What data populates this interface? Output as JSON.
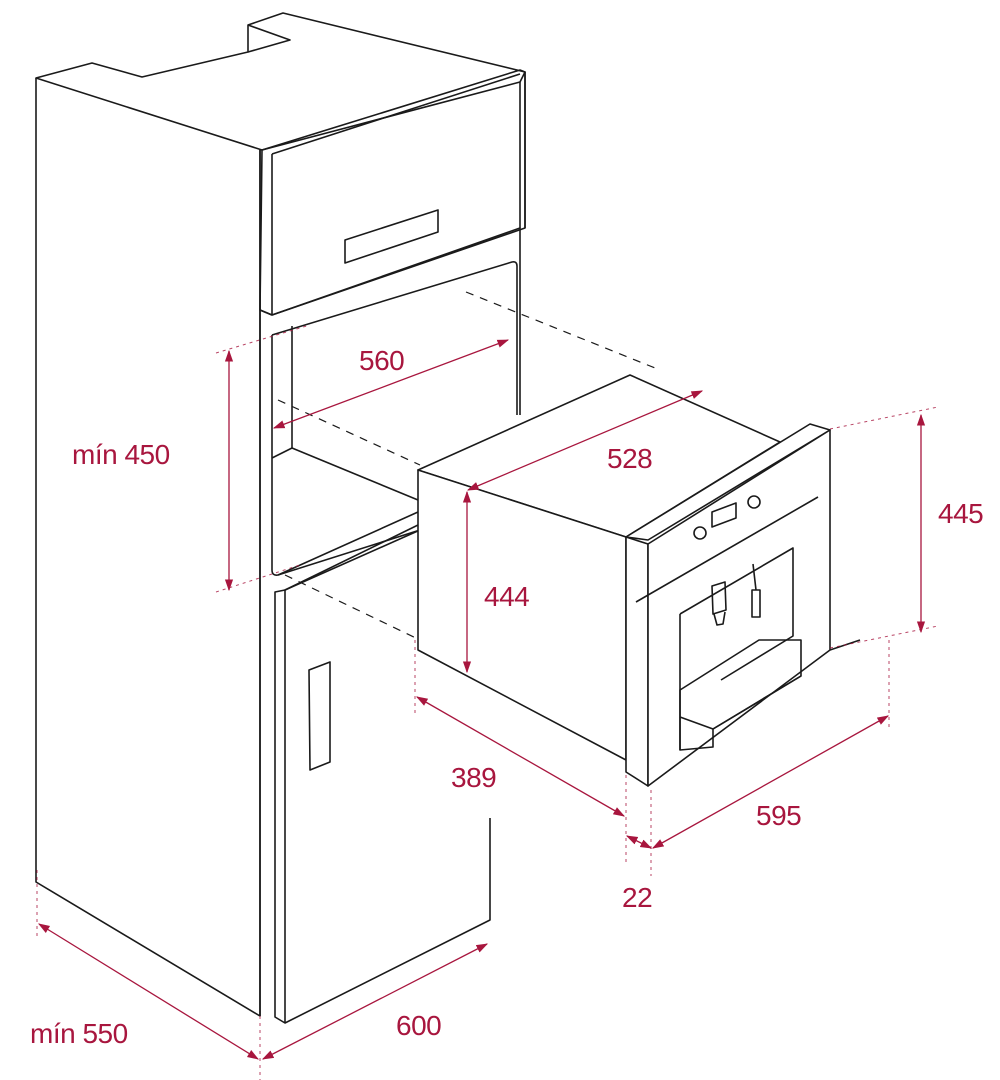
{
  "diagram": {
    "type": "built-in appliance installation dimensions",
    "unit": "mm",
    "accent_color": "#a8163e",
    "line_color": "#1a1a1a",
    "components": {
      "tall_cabinet": "tall-column-cabinet",
      "appliance": "built-in-coffee-machine"
    },
    "dimensions": {
      "niche_height": "mín 450",
      "niche_width": "560",
      "appliance_width_body": "528",
      "appliance_height_body": "444",
      "appliance_height_front": "445",
      "appliance_depth_body": "389",
      "appliance_front_width": "595",
      "front_panel_thickness": "22",
      "cabinet_depth": "mín 550",
      "cabinet_width": "600"
    }
  }
}
